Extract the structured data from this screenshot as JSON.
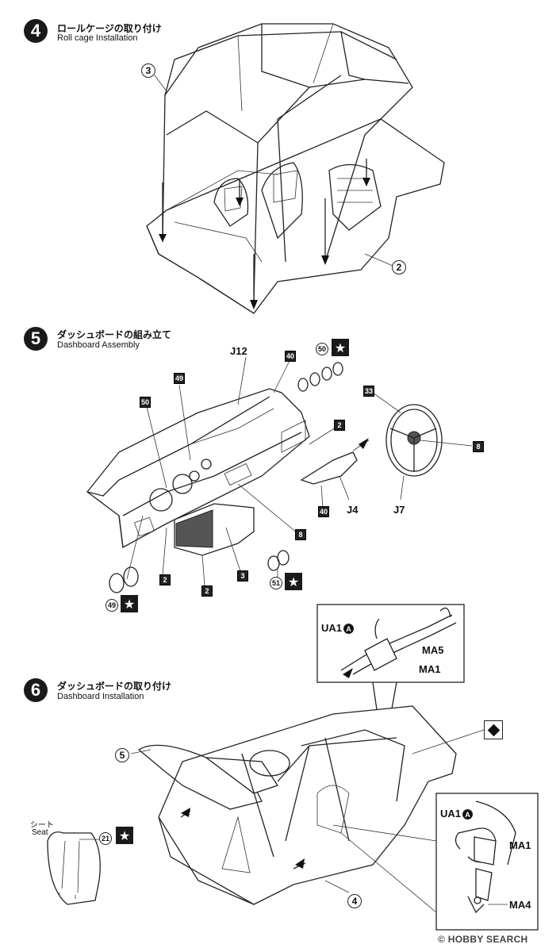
{
  "steps": [
    {
      "number": "4",
      "title_jp": "ロールケージの取り付け",
      "title_en": "Roll cage Installation"
    },
    {
      "number": "5",
      "title_jp": "ダッシュボードの組み立て",
      "title_en": "Dashboard Assembly"
    },
    {
      "number": "6",
      "title_jp": "ダッシュボードの取り付け",
      "title_en": "Dashboard Installation"
    }
  ],
  "step4": {
    "part_cage": "3",
    "part_body": "2"
  },
  "step5": {
    "labels": {
      "j12": "J12",
      "j4": "J4",
      "j7": "J7"
    },
    "boxes": {
      "b40a": "40",
      "b49": "49",
      "b50": "50",
      "b2a": "2",
      "b33": "33",
      "b8a": "8",
      "b40b": "40",
      "b8b": "8",
      "b2b": "2",
      "b3": "3",
      "b2c": "2"
    },
    "circles": {
      "c50": "50",
      "c51": "51",
      "c49": "49"
    }
  },
  "step6": {
    "part_dash": "5",
    "part_body": "4",
    "seat_jp": "シート",
    "seat_en": "Seat",
    "seat_part": "21",
    "belt_top": {
      "ua": "UA1",
      "ua_mark": "A",
      "ma5": "MA5",
      "ma1": "MA1"
    },
    "belt_bottom": {
      "ua": "UA1",
      "ua_mark": "A",
      "ma1": "MA1",
      "ma4": "MA4"
    }
  },
  "icons": {
    "star": "★"
  },
  "watermark": {
    "brand": "HOBBY SEARCH",
    "symbol": "©"
  }
}
